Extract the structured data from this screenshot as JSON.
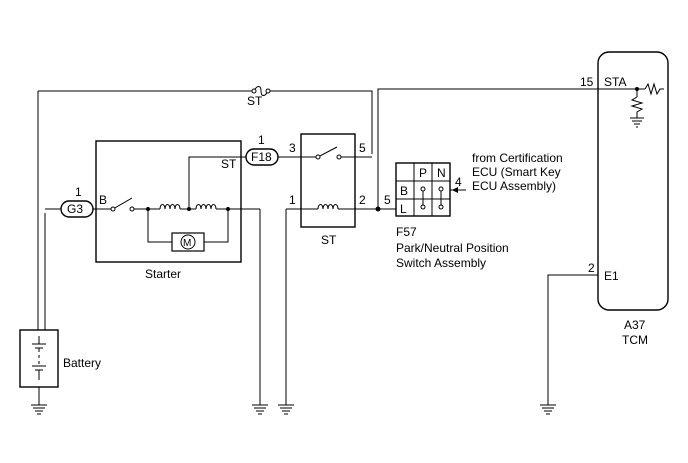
{
  "labels": {
    "st_top": "ST",
    "pin_15": "15",
    "sta": "STA",
    "pin_1_f18": "1",
    "f18": "F18",
    "st_starter": "ST",
    "pin_3": "3",
    "pin_5_top": "5",
    "pin_1_relay": "1",
    "pin_2_relay": "2",
    "pin_5_conn": "5",
    "st_relay": "ST",
    "pin_1_g3": "1",
    "g3": "G3",
    "b_terminal": "B",
    "m": "M",
    "starter": "Starter",
    "battery": "Battery",
    "sw_p": "P",
    "sw_n": "N",
    "sw_b": "B",
    "sw_l": "L",
    "pin_4": "4",
    "from_line1": "from Certification",
    "from_line2": "ECU (Smart Key",
    "from_line3": "ECU Assembly)",
    "f57": "F57",
    "pnp_line1": "Park/Neutral Position",
    "pnp_line2": "Switch Assembly",
    "pin_2_e1": "2",
    "e1": "E1",
    "a37": "A37",
    "tcm": "TCM"
  }
}
